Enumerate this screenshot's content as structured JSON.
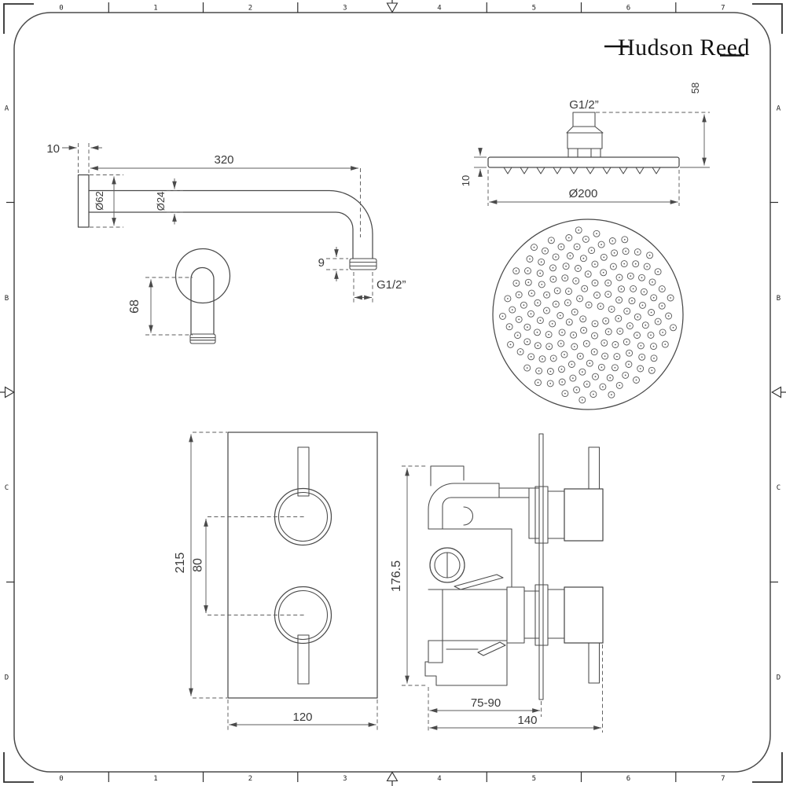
{
  "brand": "Hudson Reed",
  "frame": {
    "columns": [
      "0",
      "1",
      "2",
      "3",
      "4",
      "5",
      "6",
      "7"
    ],
    "rows": [
      "A",
      "B",
      "C",
      "D"
    ]
  },
  "views": {
    "arm_side": {
      "flange_thickness": "10",
      "length": "320",
      "flange_diameter": "Ø62",
      "tube_diameter": "Ø24",
      "thread_height": "9",
      "thread": "G1/2”"
    },
    "arm_front": {
      "drop": "68"
    },
    "head_side": {
      "thread": "G1/2”",
      "height": "58",
      "thickness": "10",
      "diameter": "Ø200"
    },
    "head_face": {
      "nozzle_count": 165
    },
    "valve_front": {
      "height": "215",
      "handle_spacing": "80",
      "width": "120"
    },
    "valve_side": {
      "height": "176.5",
      "recess_depth": "75-90",
      "total_depth": "140"
    }
  },
  "colors": {
    "line": "#4a4a4a",
    "dimension": "#5e5e5e",
    "text": "#3a3a3a",
    "background": "#ffffff"
  }
}
